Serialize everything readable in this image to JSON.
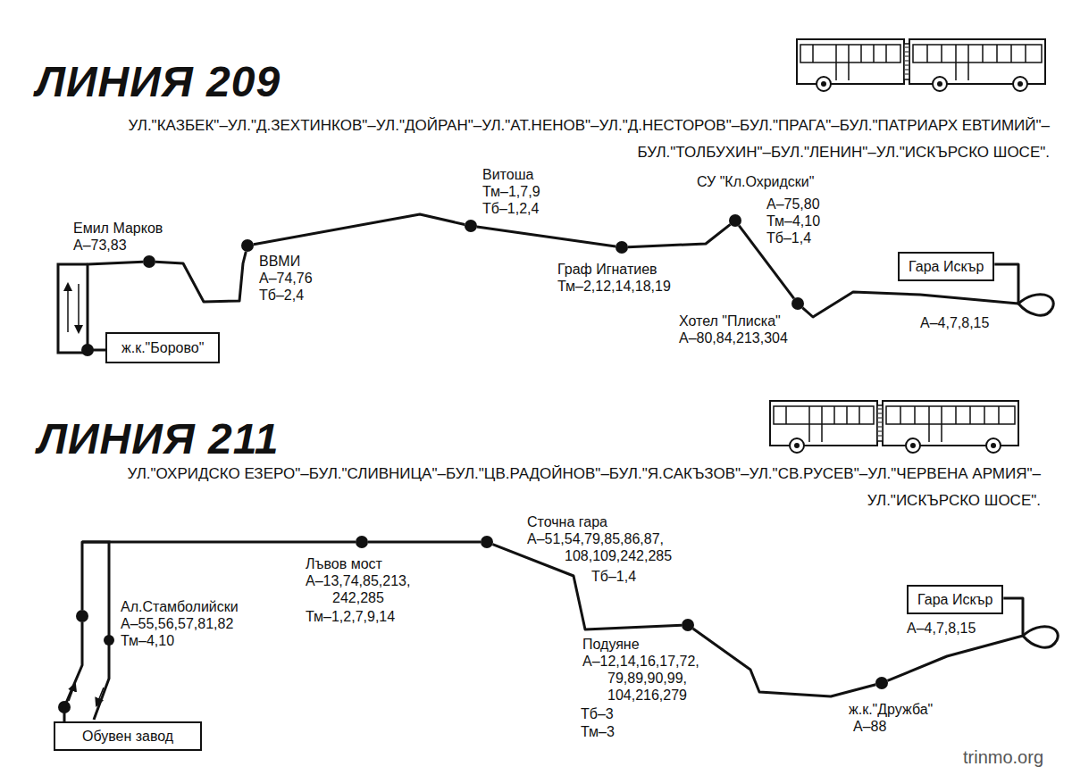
{
  "diagram": {
    "title": "ЛИНИЯ 209",
    "nodes": [
      {
        "text": [
          "ж.к.\"Борово\""
        ]
      },
      {
        "text": [
          "Емил Марков",
          "А–73,83"
        ]
      },
      {
        "text": [
          "ВВМИ",
          "А–74,76",
          "Тб–2,4"
        ]
      },
      {
        "text": [
          "Витоша",
          "Тм–1,7,9",
          "Тб–1,2,4"
        ]
      },
      {
        "text": [
          "Граф Игнатиев",
          "Тм–2,12,14,18,19"
        ]
      },
      {
        "text": [
          "СУ \"Кл.Охридски\"",
          "А–75,80",
          "Тм–4,10",
          "Тб–1,4"
        ]
      },
      {
        "text": [
          "Хотел \"Плиска\"",
          "А–80,84,213,304"
        ]
      },
      {
        "text": [
          "Гара Искър",
          "А–4,7,8,15"
        ]
      },
      {
        "text": [
          "Обувен завод"
        ]
      },
      {
        "text": [
          "Ал.Стамболийски",
          "А–55,56,57,81,82",
          "Тм–4,10"
        ]
      },
      {
        "text": [
          "Лъвов мост",
          "А–13,74,85,213, 242,285",
          "Тм–1,2,7,9,14"
        ]
      },
      {
        "text": [
          "Сточна гара",
          "А–51,54,79,85,86,87, 108,109,242,285",
          "Тб–1,4"
        ]
      },
      {
        "text": [
          "Подуяне",
          "А–12,14,16,17,72, 79,89,90,99, 104,216,279",
          "Тб–3",
          "Тм–3"
        ]
      },
      {
        "text": [
          "ж.к.\"Дружба\"",
          "А–88"
        ]
      },
      {
        "text": [
          "Гара Искър",
          "А–4,7,8,15"
        ]
      }
    ],
    "edges": [
      {
        "from": 0,
        "to": 1,
        "arrow": "none"
      },
      {
        "from": 1,
        "to": 2,
        "arrow": "none"
      },
      {
        "from": 2,
        "to": 3,
        "arrow": "none"
      },
      {
        "from": 3,
        "to": 4,
        "arrow": "none"
      },
      {
        "from": 4,
        "to": 5,
        "arrow": "none"
      },
      {
        "from": 5,
        "to": 6,
        "arrow": "none"
      },
      {
        "from": 6,
        "to": 7,
        "arrow": "none"
      },
      {
        "from": 8,
        "to": 9,
        "arrow": "none"
      },
      {
        "from": 9,
        "to": 10,
        "arrow": "none"
      },
      {
        "from": 10,
        "to": 11,
        "arrow": "none"
      },
      {
        "from": 11,
        "to": 12,
        "arrow": "none"
      },
      {
        "from": 12,
        "to": 13,
        "arrow": "none"
      },
      {
        "from": 13,
        "to": 14,
        "arrow": "none"
      }
    ],
    "labels": [
      "УЛ.\"КАЗБЕК\"–УЛ.\"Д.ЗЕХТИНКОВ\"–УЛ.\"ДОЙРАН\"–УЛ.\"АТ.НЕНОВ\"–УЛ.\"Д.НЕСТОРОВ\"–БУЛ.\"ПРАГА\"–БУЛ.\"ПАТРИАРХ ЕВТИМИЙ\"–БУЛ.\"ТОЛБУХИН\"–БУЛ.\"ЛЕНИН\"–УЛ.\"ИСКЪРСКО ШОСЕ\".",
      "ЛИНИЯ 211",
      "УЛ.\"ОХРИДСКО ЕЗЕРО\"–БУЛ.\"СЛИВНИЦА\"–БУЛ.\"ЦВ.РАДОЙНОВ\"–БУЛ.\"Я.САКЪЗОВ\"–УЛ.\"СВ.РУСЕВ\"–УЛ.\"ЧЕРВЕНА АРМИЯ\"–УЛ.\"ИСКЪРСКО ШОСЕ\".",
      "trinmo.org"
    ]
  }
}
